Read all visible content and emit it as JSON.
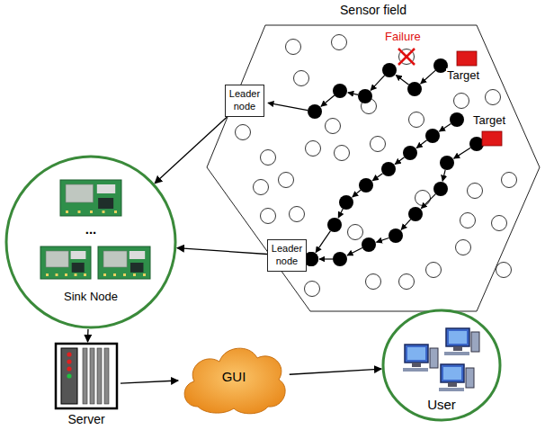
{
  "diagram": {
    "nodes": [
      {
        "text": [
          "Sensor field"
        ]
      },
      {
        "text": [
          "Leader node"
        ],
        "in": 0
      },
      {
        "text": [
          "Leader node"
        ],
        "in": 0
      },
      {
        "text": [
          "...",
          "Sink Node"
        ]
      },
      {
        "text": [
          "Server"
        ]
      },
      {
        "text": [
          "GUI"
        ]
      },
      {
        "text": [
          "User"
        ]
      }
    ],
    "edges": [
      {
        "from": 1,
        "to": 3,
        "arrow": "to"
      },
      {
        "from": 2,
        "to": 3,
        "arrow": "to"
      },
      {
        "from": 3,
        "to": 4,
        "arrow": "to"
      },
      {
        "from": 4,
        "to": 5,
        "arrow": "to"
      },
      {
        "from": 5,
        "to": 6,
        "arrow": "to"
      }
    ],
    "labels": [
      "Failure",
      "Target",
      "Target"
    ]
  }
}
